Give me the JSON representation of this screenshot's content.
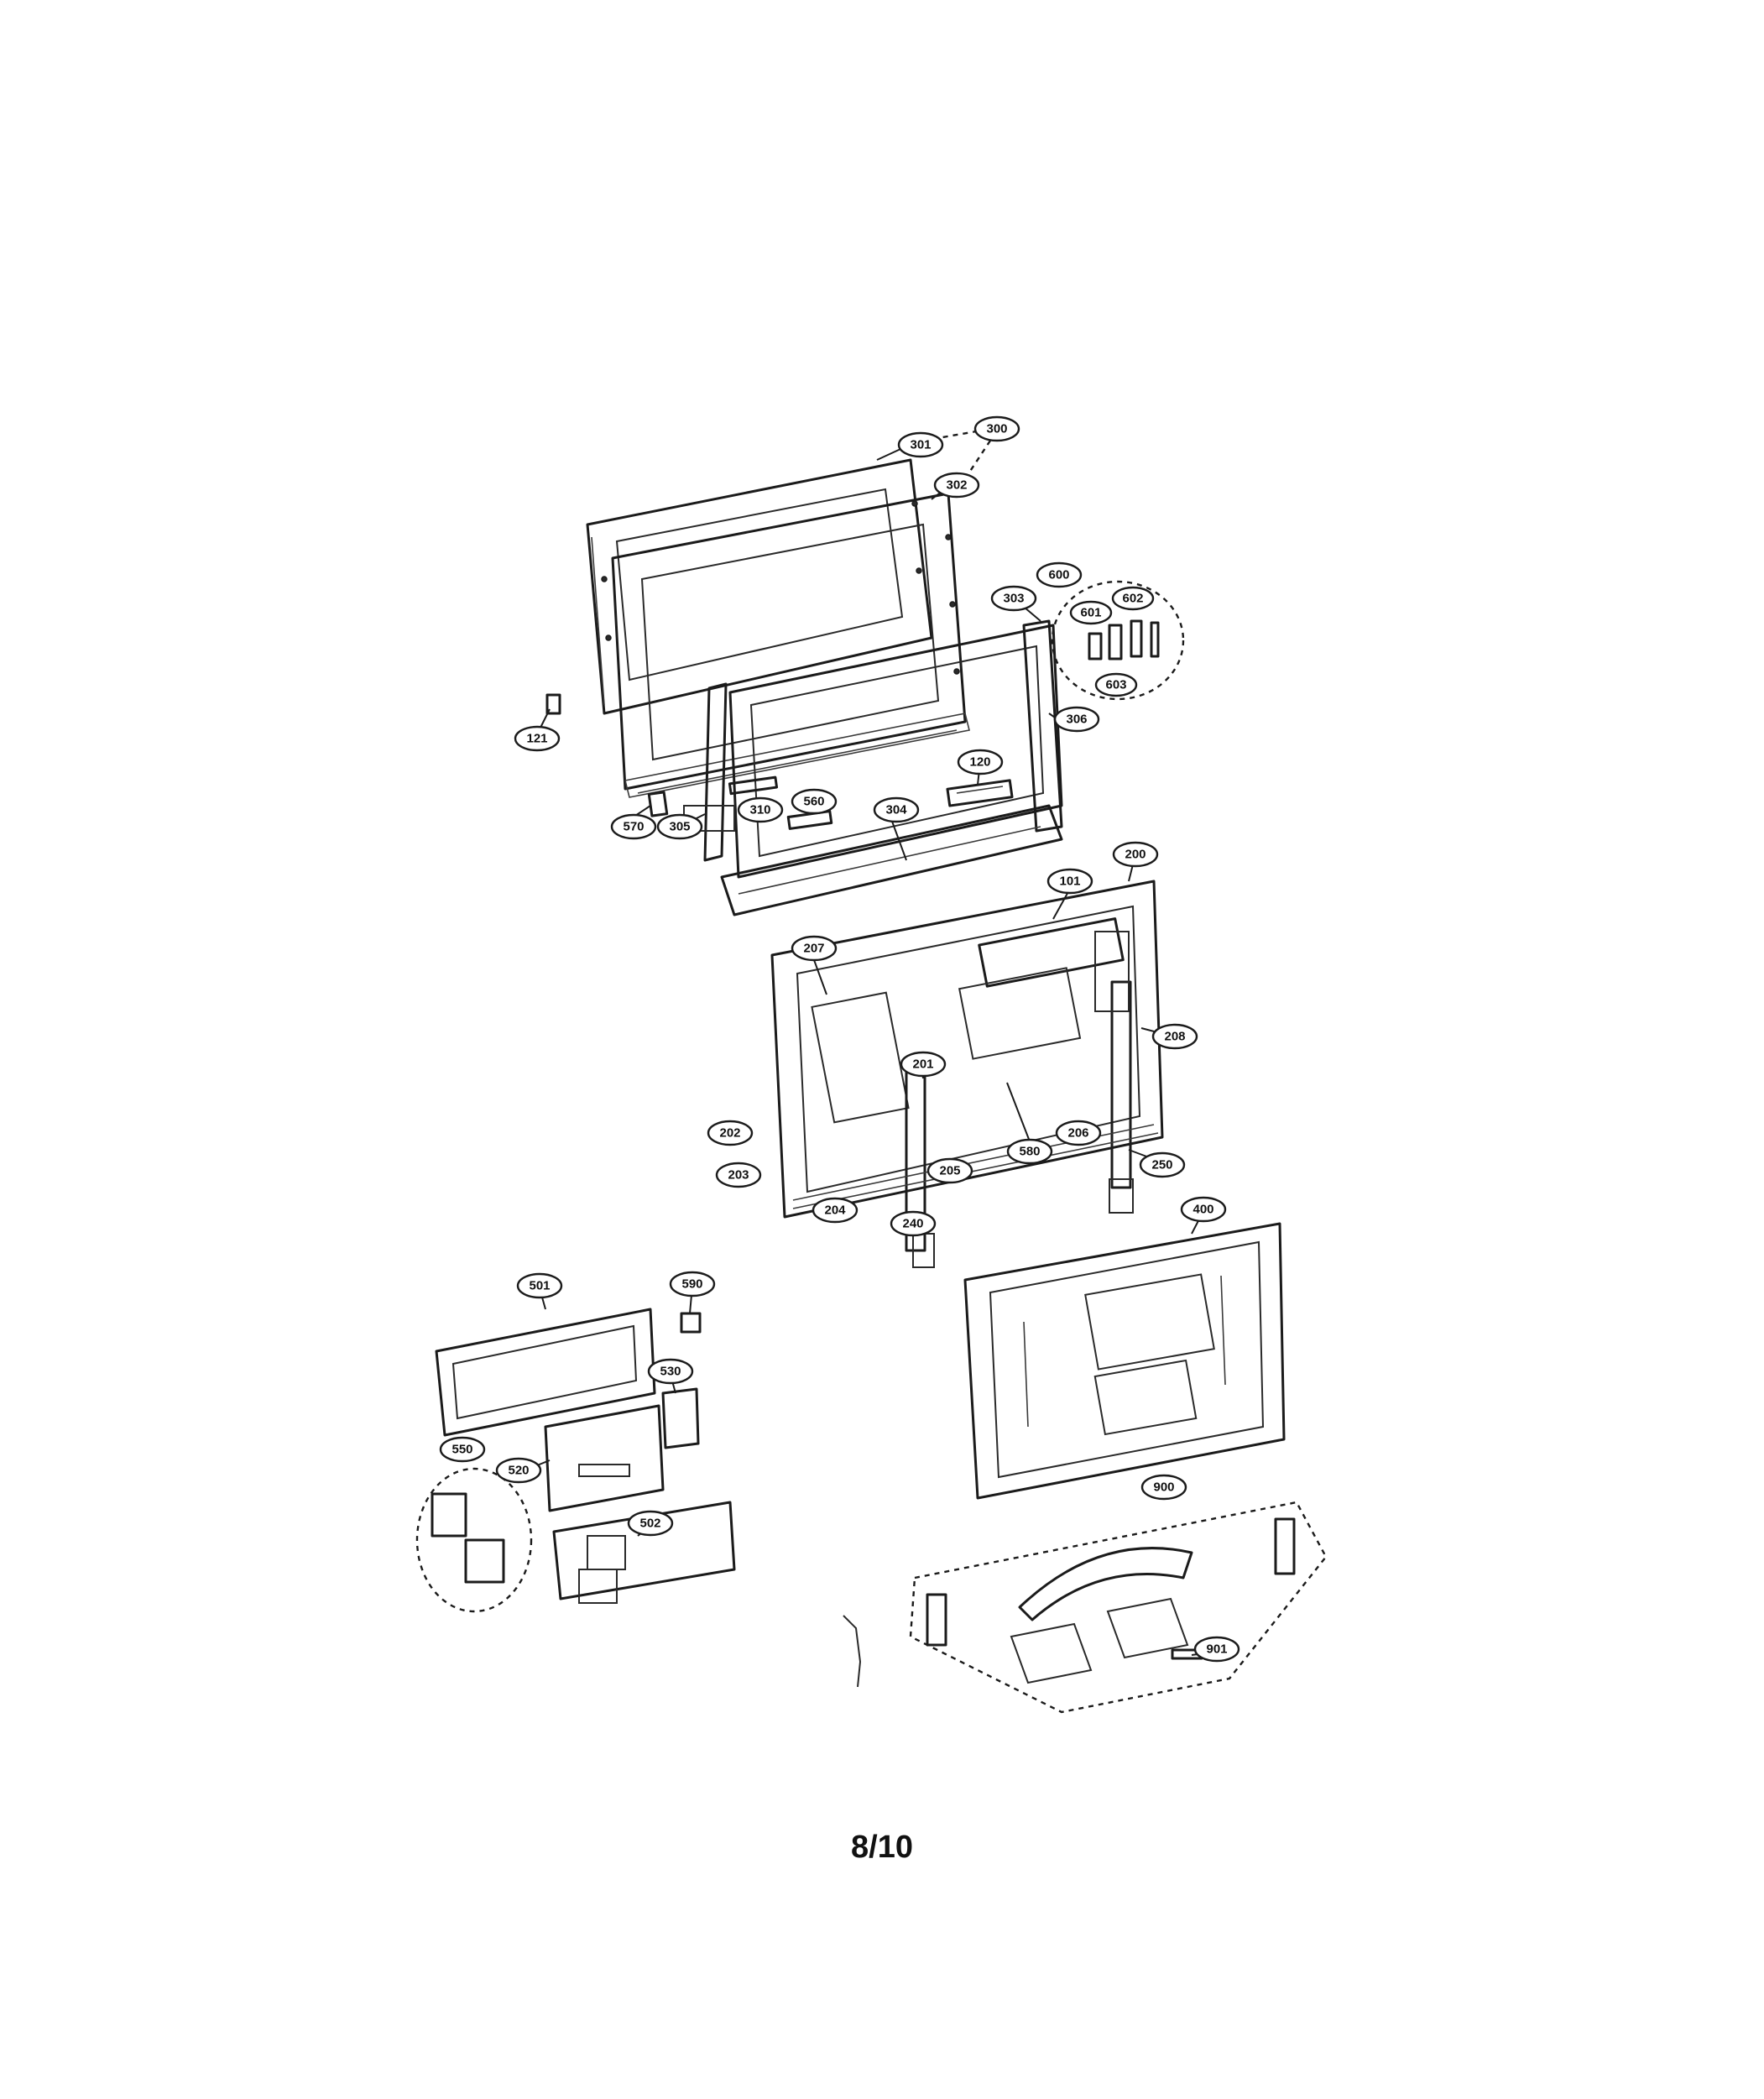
{
  "page": {
    "number": "8/10"
  },
  "callouts": [
    "300",
    "301",
    "302",
    "303",
    "306",
    "600",
    "601",
    "602",
    "603",
    "121",
    "120",
    "305",
    "310",
    "560",
    "570",
    "304",
    "200",
    "101",
    "207",
    "201",
    "208",
    "202",
    "203",
    "204",
    "205",
    "206",
    "580",
    "250",
    "240",
    "400",
    "501",
    "590",
    "530",
    "520",
    "550",
    "502",
    "900",
    "901"
  ],
  "groups": [
    {
      "id": "300",
      "label": "300"
    },
    {
      "id": "600",
      "label": "600"
    },
    {
      "id": "550",
      "label": "550"
    },
    {
      "id": "900",
      "label": "900"
    }
  ]
}
